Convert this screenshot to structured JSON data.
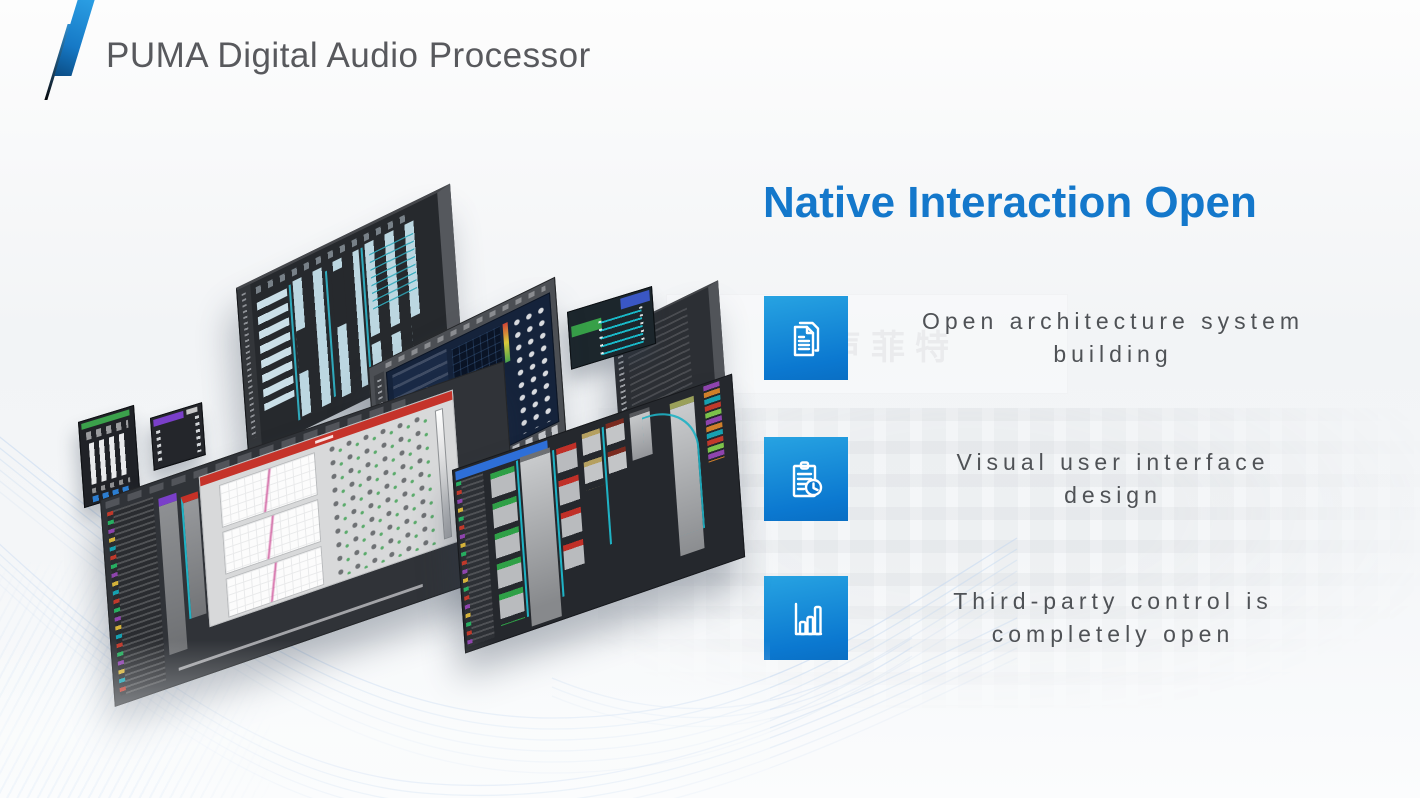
{
  "header": {
    "title": "PUMA Digital Audio Processor"
  },
  "logo": {
    "name": "double-slash-logo",
    "primary_color": "#1e86d4",
    "dark_color": "#10202e"
  },
  "right_panel": {
    "heading": "Native Interaction Open",
    "heading_color": "#1478cb",
    "tile_gradient_top": "#27a3e2",
    "tile_gradient_bottom": "#0b78d0",
    "features": [
      {
        "icon": "documents-icon",
        "line1": "Open architecture system",
        "line2": "building"
      },
      {
        "icon": "clipboard-clock-icon",
        "line1": "Visual user interface",
        "line2": "design"
      },
      {
        "icon": "bar-chart-icon",
        "line1": "Third-party control is",
        "line2": "completely open"
      }
    ]
  },
  "background": {
    "scene": "faded-conference-hall",
    "watermark_text": "声菲特",
    "wave_color": "#c2d7f0"
  },
  "collage": {
    "windows": [
      {
        "name": "channel-grid-window"
      },
      {
        "name": "dsp-panel-window"
      },
      {
        "name": "eq-editor-window"
      },
      {
        "name": "routing-window"
      },
      {
        "name": "io-rack-panel"
      },
      {
        "name": "mini-fader-window"
      },
      {
        "name": "mini-meter-window"
      },
      {
        "name": "io-link-mini-window"
      }
    ]
  }
}
